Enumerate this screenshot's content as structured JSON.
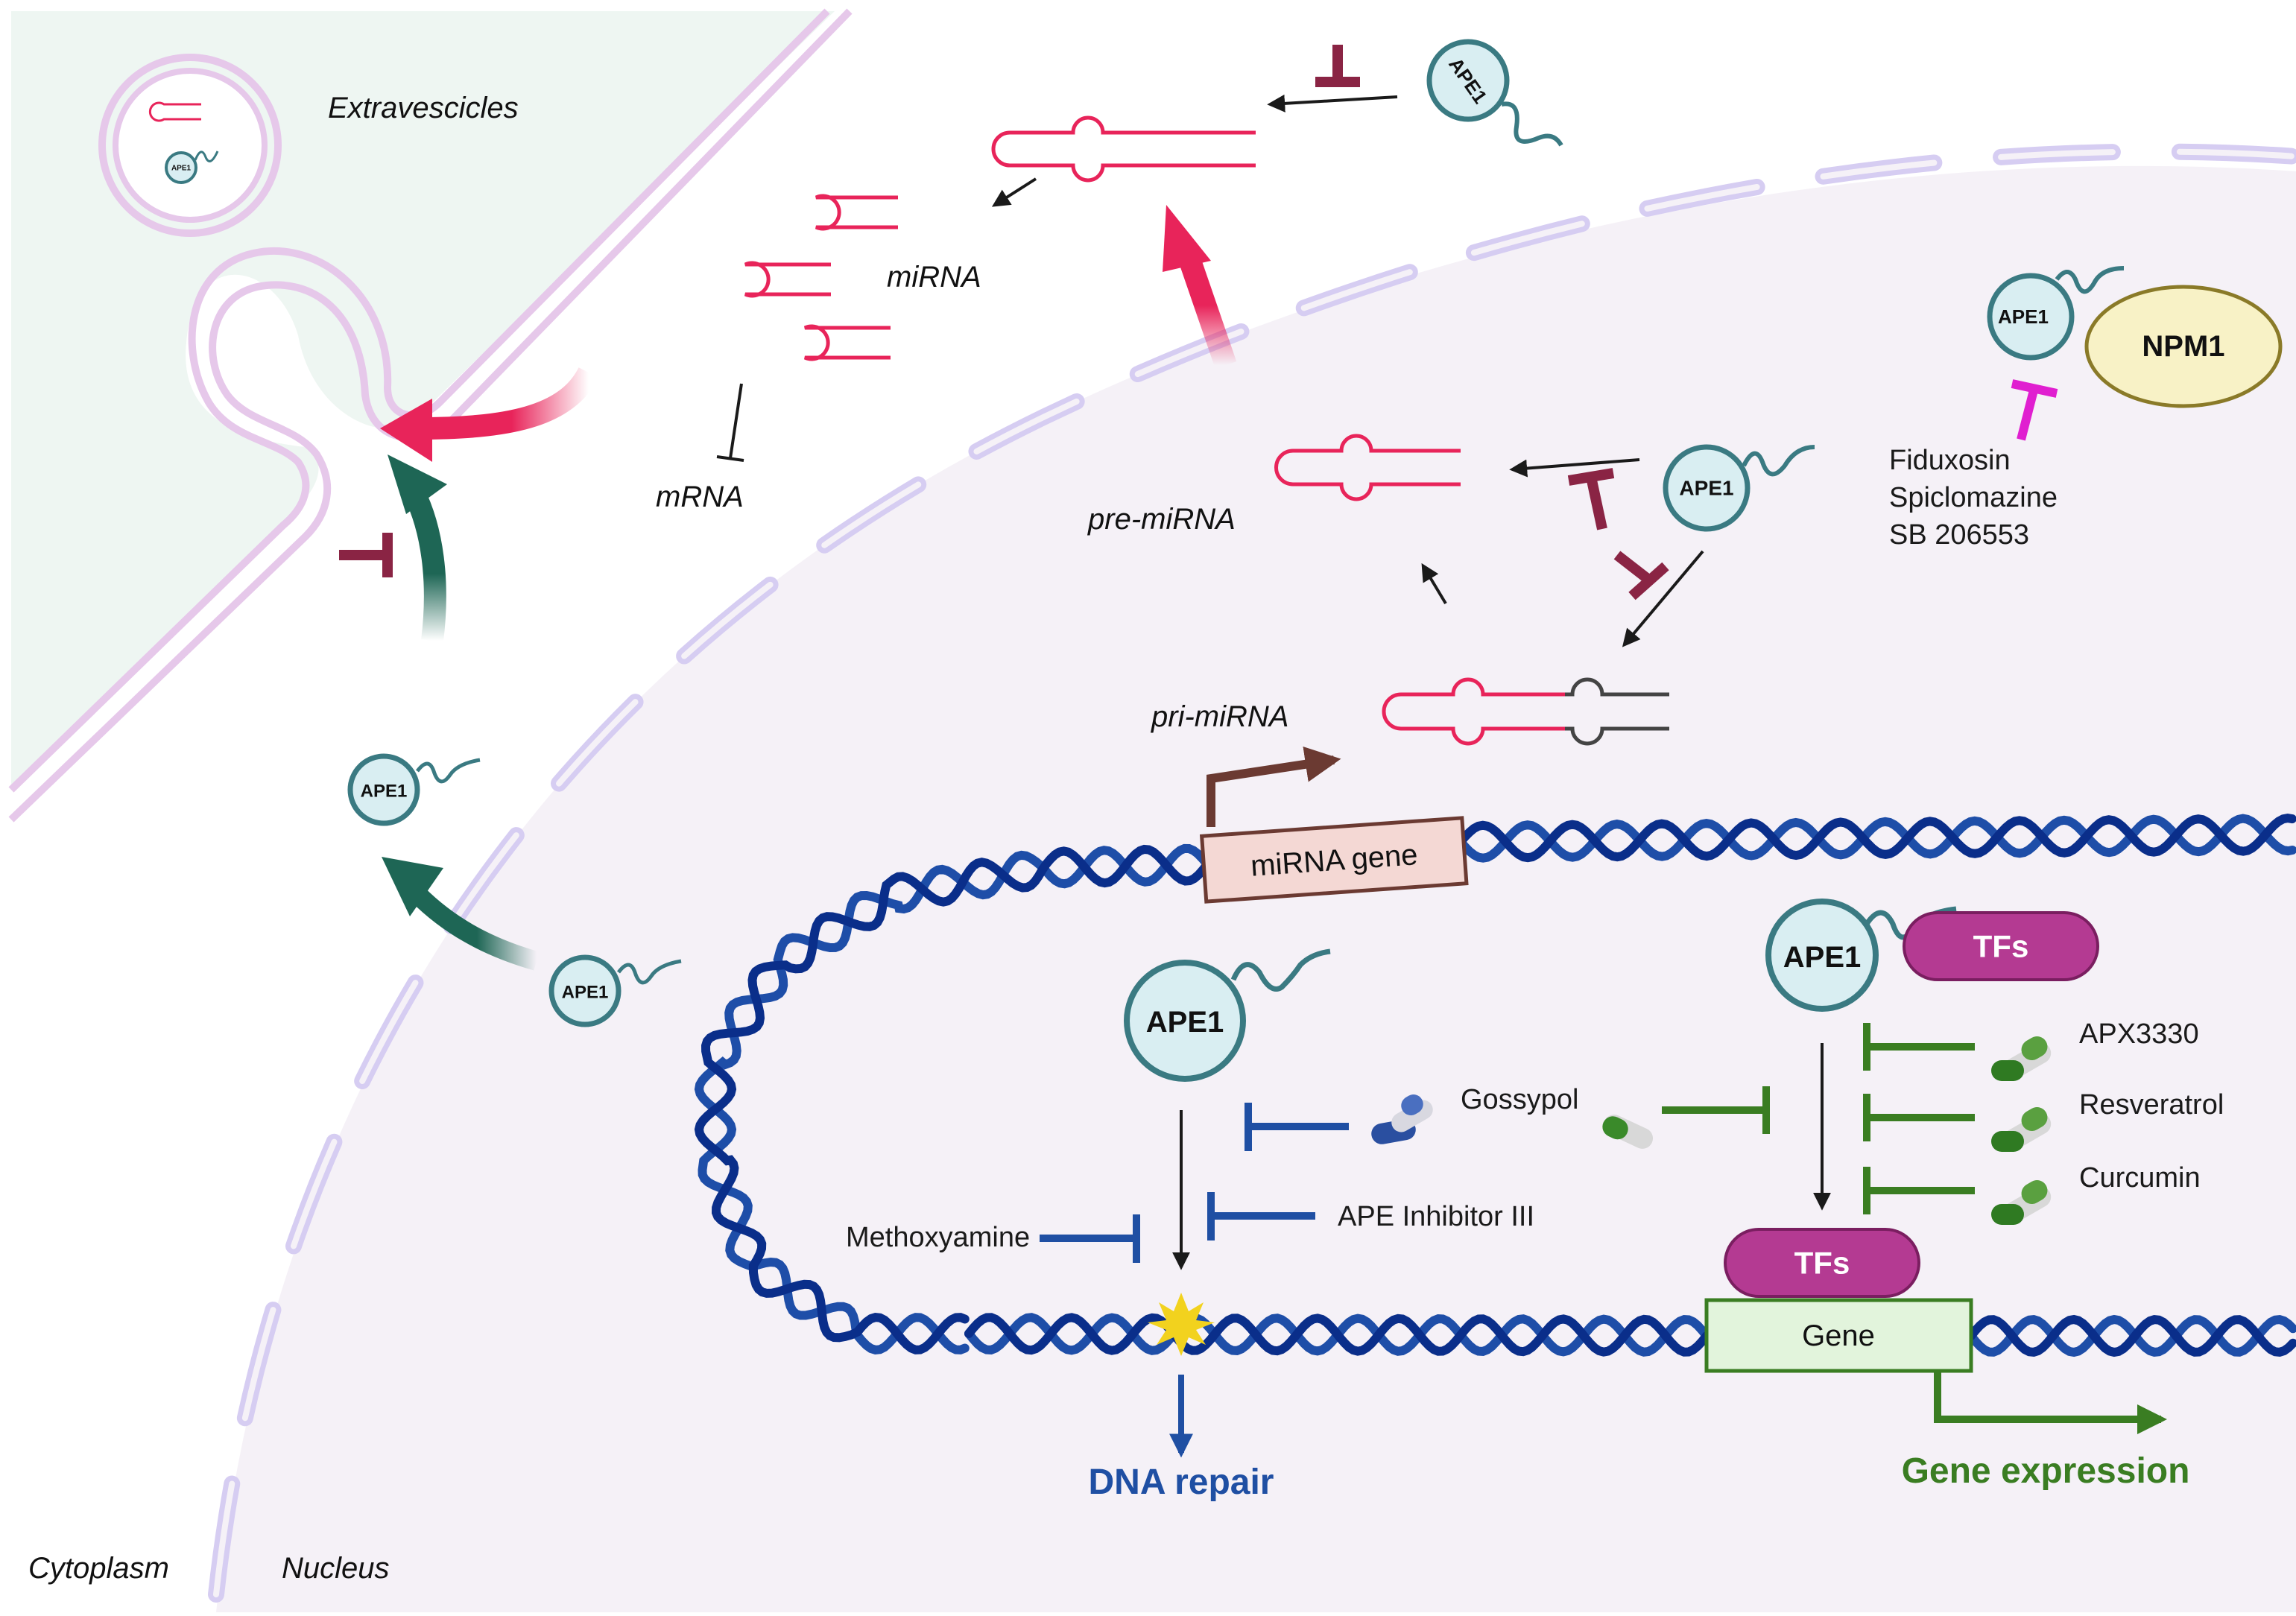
{
  "regions": {
    "extracellular_label": "Extravescicles",
    "cytoplasm_label": "Cytoplasm",
    "nucleus_label": "Nucleus"
  },
  "rna_labels": {
    "mirna": "miRNA",
    "mrna": "mRNA",
    "pre_mirna": "pre-miRNA",
    "pri_mirna": "pri-miRNA"
  },
  "proteins": {
    "ape1": "APE1",
    "ape1_small": "APE1",
    "npm1": "NPM1",
    "tfs": "TFs"
  },
  "genes": {
    "mirna_gene": "miRNA gene",
    "gene": "Gene"
  },
  "inhibitors": {
    "npm1_group": [
      "Fiduxosin",
      "Spiclomazine",
      "SB 206553"
    ],
    "gossypol": "Gossypol",
    "ape_inhibitor_iii": "APE Inhibitor III",
    "methoxyamine": "Methoxyamine",
    "redox": [
      "APX3330",
      "Resveratrol",
      "Curcumin"
    ]
  },
  "outcomes": {
    "dna_repair": "DNA repair",
    "gene_expression": "Gene expression"
  },
  "colors": {
    "extracellular_bg": "#eef6f2",
    "nucleus_bg": "#f5f1f7",
    "cell_membrane": "#e6c8ea",
    "nuclear_envelope": "#d6cdf2",
    "mirna_red": "#e8245a",
    "ape1_fill": "#d9eef2",
    "ape1_stroke": "#3a7a82",
    "dna_dark": "#0a2e8a",
    "dna_light": "#1e4ea8",
    "inhibit_maroon": "#8a2444",
    "inhibit_magenta": "#e01fd0",
    "inhibit_blue": "#1f4fa3",
    "inhibit_green": "#3a7d22",
    "export_green": "#1e6655",
    "tfs_fill": "#b43a92",
    "npm1_fill": "#f8f2c6",
    "gene_fill": "#e2f4dc",
    "mirna_gene_fill": "#f4d8d4",
    "promoter_brown": "#6b3a32",
    "dna_repair_text": "#1f4fa3",
    "gene_expression_text": "#3a7d22"
  }
}
